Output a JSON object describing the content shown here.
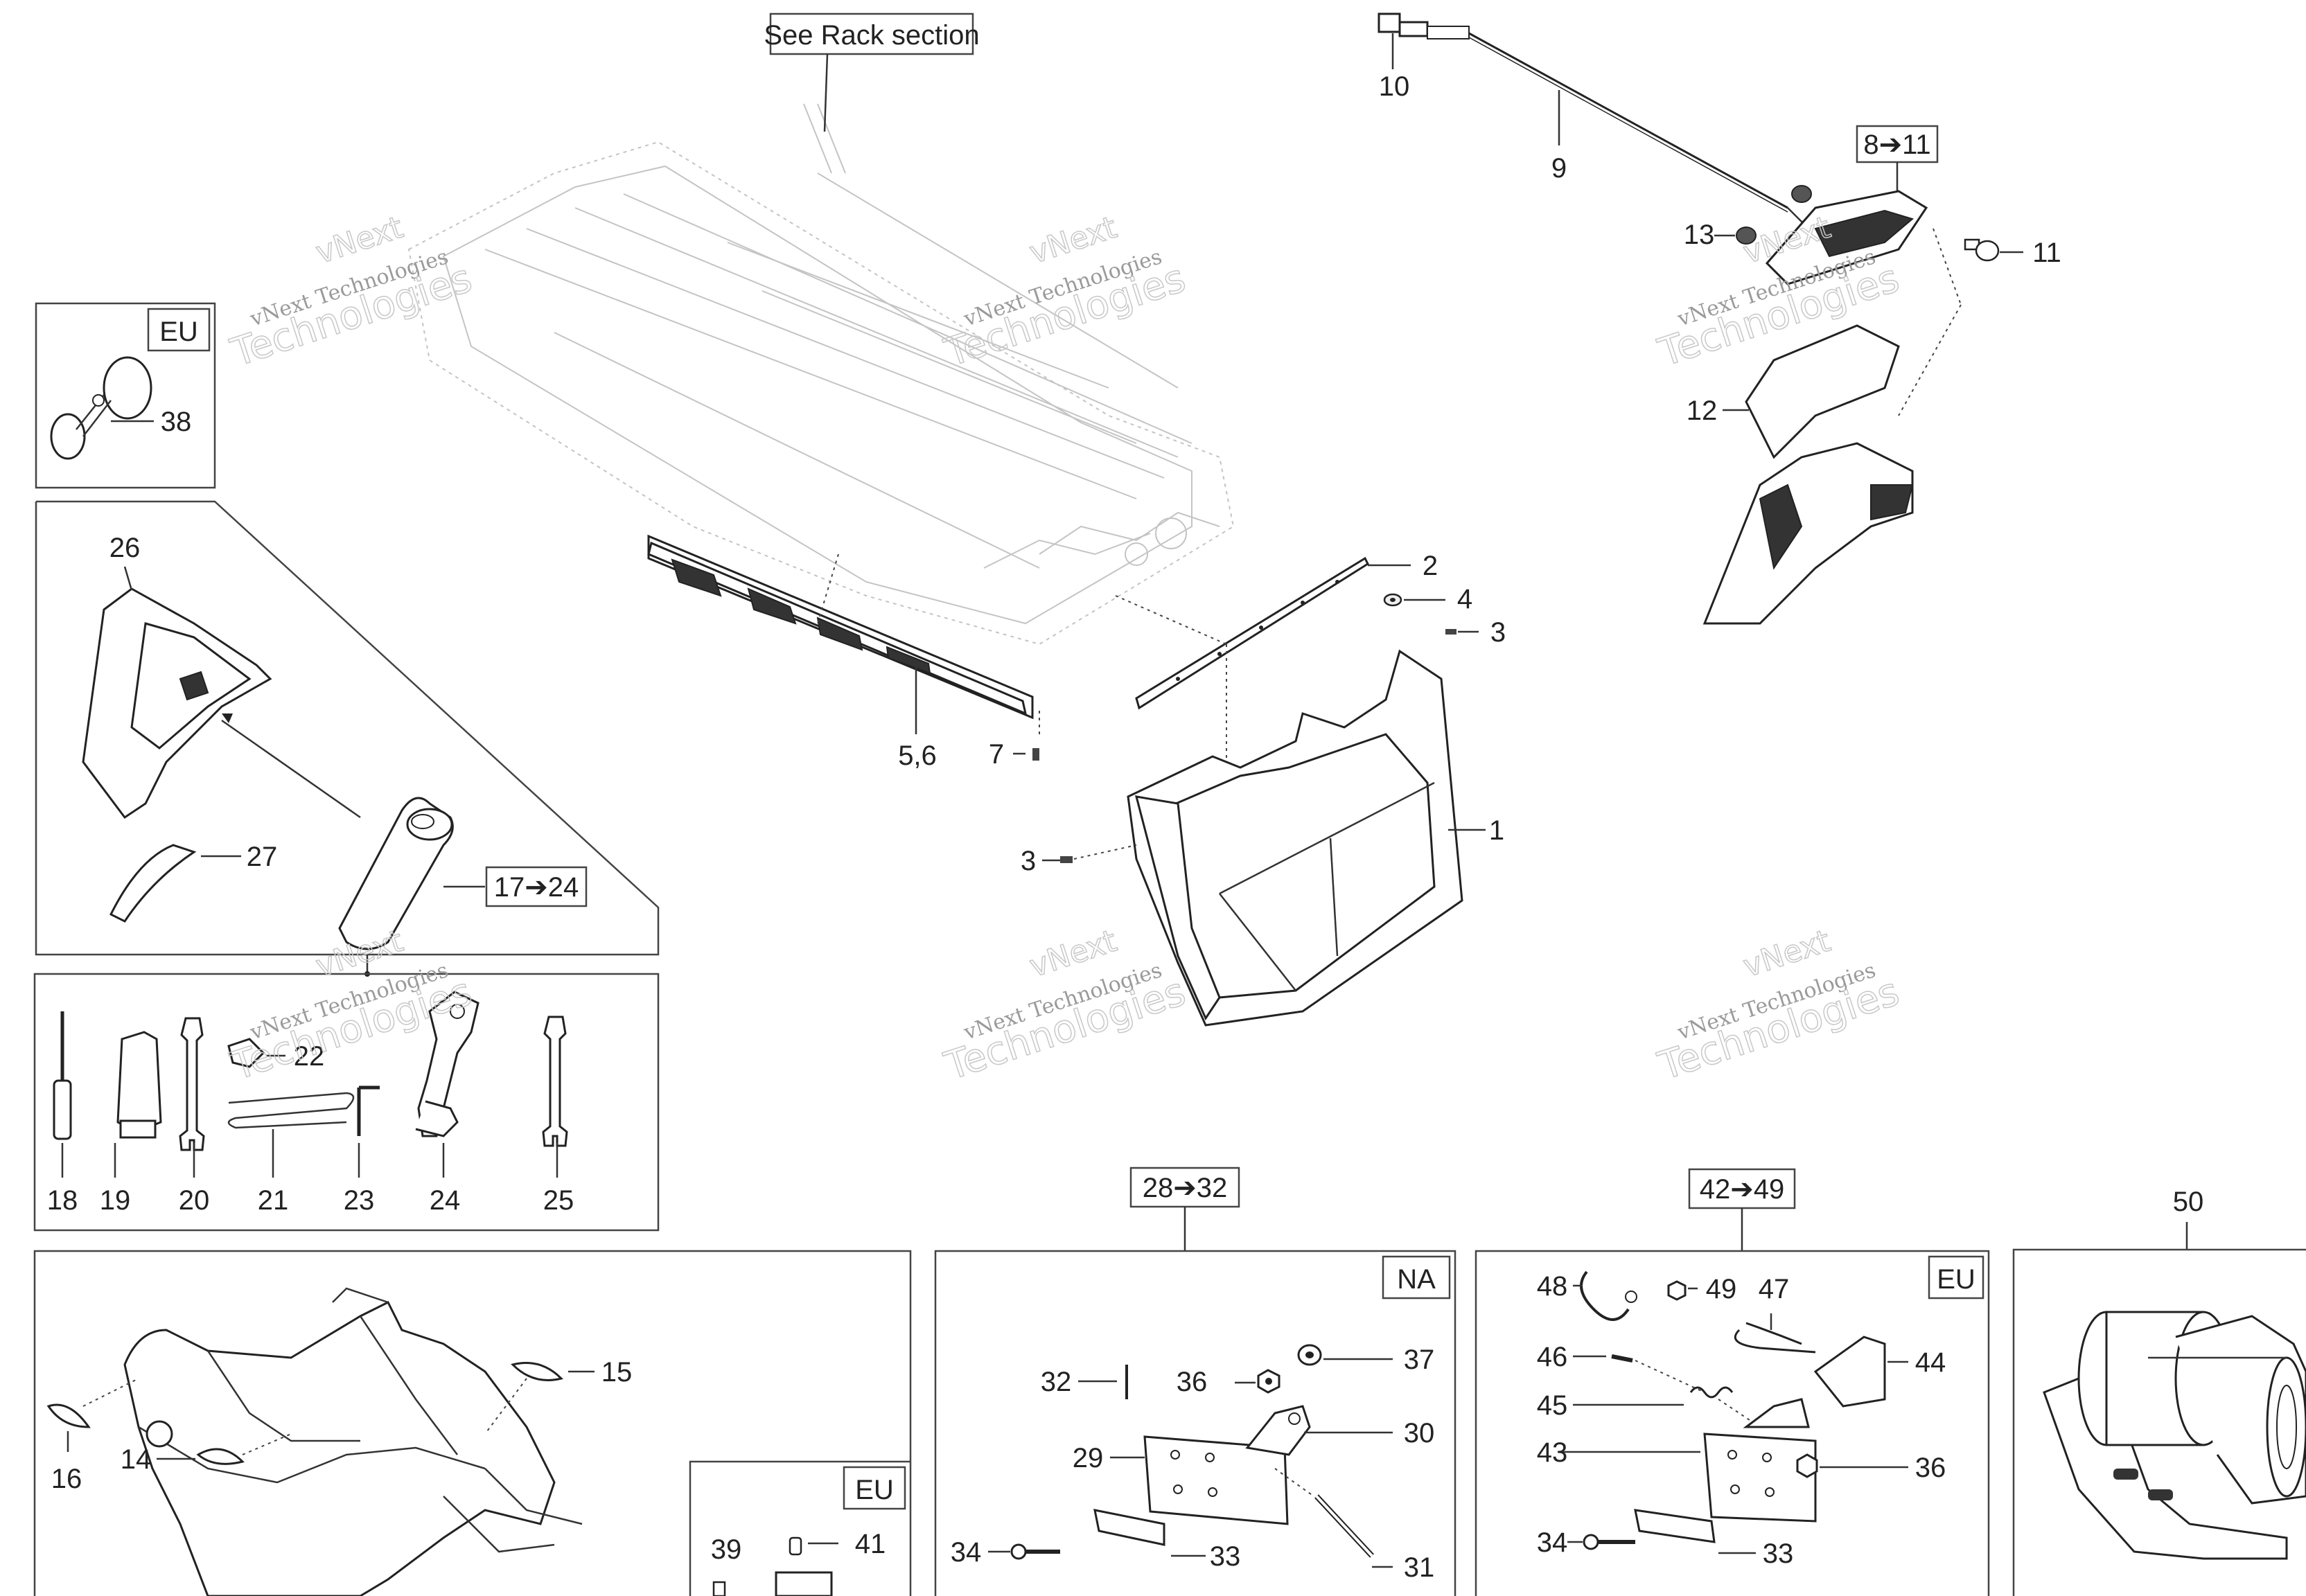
{
  "ref_boxes": {
    "see_rack": "See Rack section",
    "range_8_11": "8➔11",
    "range_17_24": "17➔24",
    "range_28_32": "28➔32",
    "range_42_49": "42➔49",
    "eu_top": "EU",
    "na": "NA",
    "eu_hitch": "EU",
    "eu_inset": "EU"
  },
  "watermark": {
    "line1": "vNext",
    "line2": "vNext Technologies",
    "line3": "Technologies"
  },
  "callouts": {
    "c1": "1",
    "c2": "2",
    "c3a": "3",
    "c3b": "3",
    "c4": "4",
    "c5_6": "5,6",
    "c7": "7",
    "c9": "9",
    "c10": "10",
    "c11": "11",
    "c12": "12",
    "c13": "13",
    "c14": "14",
    "c15": "15",
    "c16": "16",
    "c18": "18",
    "c19": "19",
    "c20": "20",
    "c21": "21",
    "c22": "22",
    "c23": "23",
    "c24": "24",
    "c25": "25",
    "c26": "26",
    "c27": "27",
    "c29": "29",
    "c30": "30",
    "c31": "31",
    "c32": "32",
    "c33a": "33",
    "c33b": "33",
    "c34a": "34",
    "c34b": "34",
    "c36a": "36",
    "c36b": "36",
    "c37": "37",
    "c38": "38",
    "c39": "39",
    "c41": "41",
    "c43": "43",
    "c44": "44",
    "c45": "45",
    "c46": "46",
    "c47": "47",
    "c48": "48",
    "c49": "49",
    "c50": "50"
  }
}
